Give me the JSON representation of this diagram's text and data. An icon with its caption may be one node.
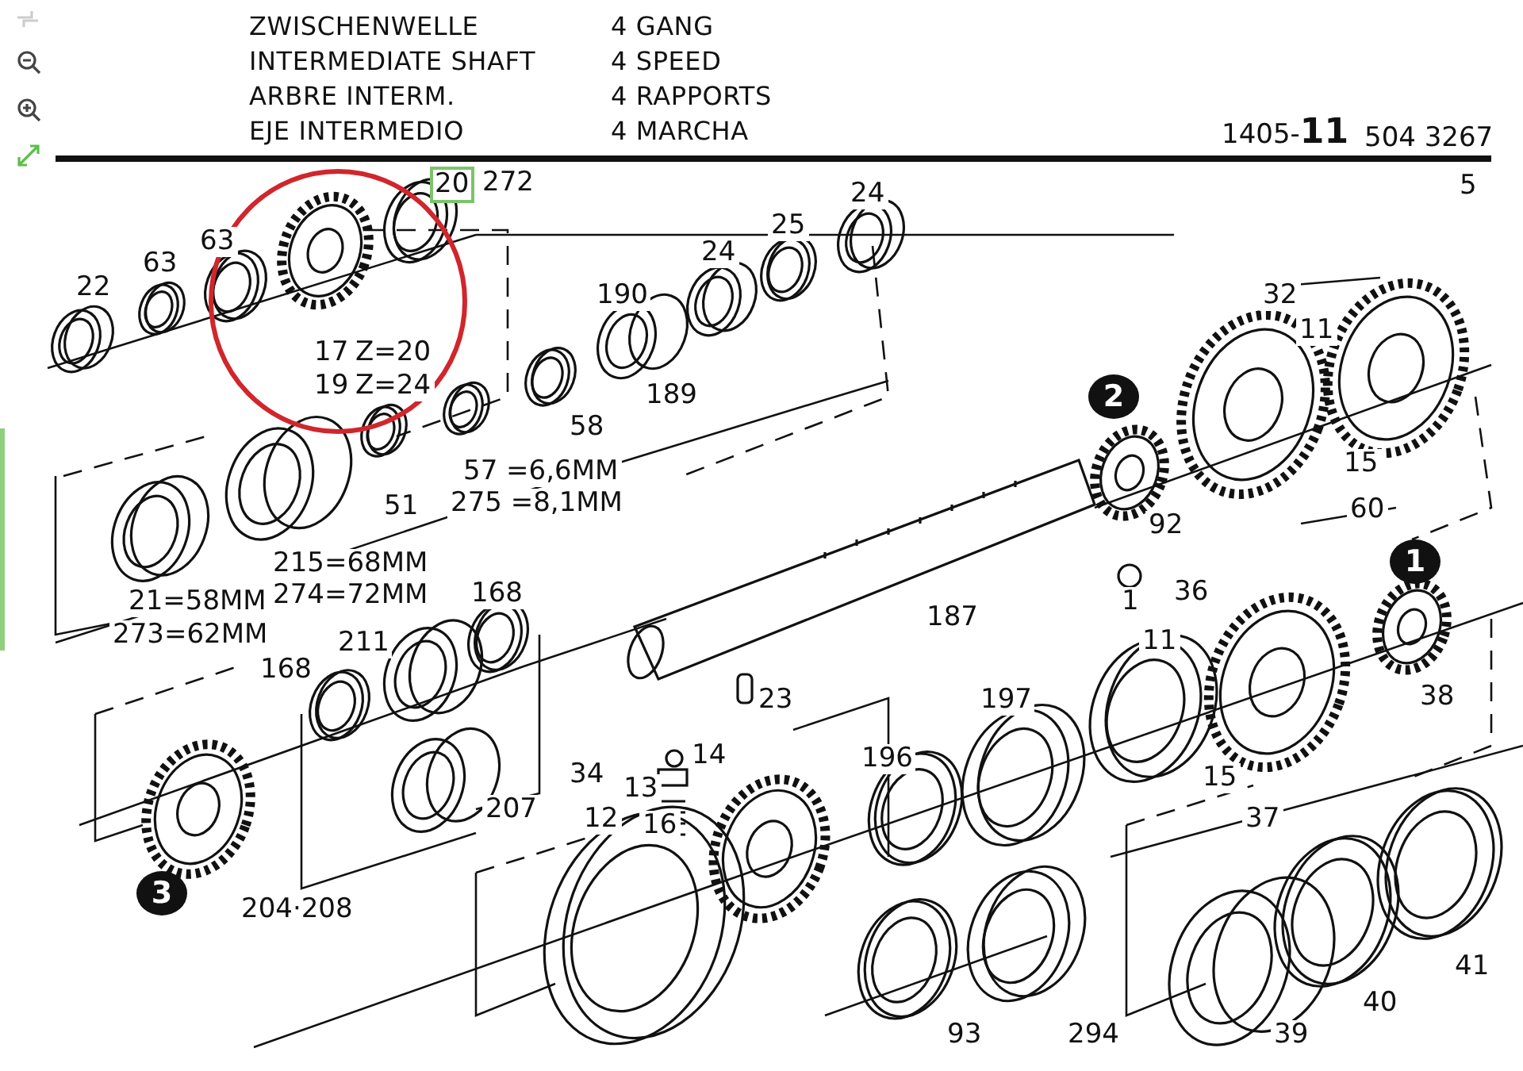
{
  "diagram": {
    "labels": [
      "ZWISCHENWELLE",
      "4 GANG",
      "INTERMEDIATE SHAFT",
      "4 SPEED",
      "ARBRE INTERM.",
      "4 RAPPORTS",
      "EJE INTERMEDIO",
      "4 MARCHA",
      "1405-**11**",
      "504 3267",
      "5",
      "20",
      "272",
      "24",
      "25",
      "63",
      "24",
      "22",
      "63",
      "190",
      "32",
      "11",
      "17",
      "Z=20",
      "19",
      "Z=24",
      "189",
      "58",
      "2",
      "57 =6,6MM",
      "275 =8,1MM",
      "51",
      "15",
      "92",
      "60",
      "215=68MM",
      "274=72MM",
      "21=58MM",
      "168",
      "1",
      "36",
      "1",
      "273=62MM",
      "187",
      "211",
      "168",
      "23",
      "38",
      "197",
      "11",
      "196",
      "14",
      "34",
      "13",
      "15",
      "12",
      "16",
      "207",
      "37",
      "3",
      "204·208",
      "41",
      "40",
      "93",
      "294",
      "39"
    ]
  }
}
